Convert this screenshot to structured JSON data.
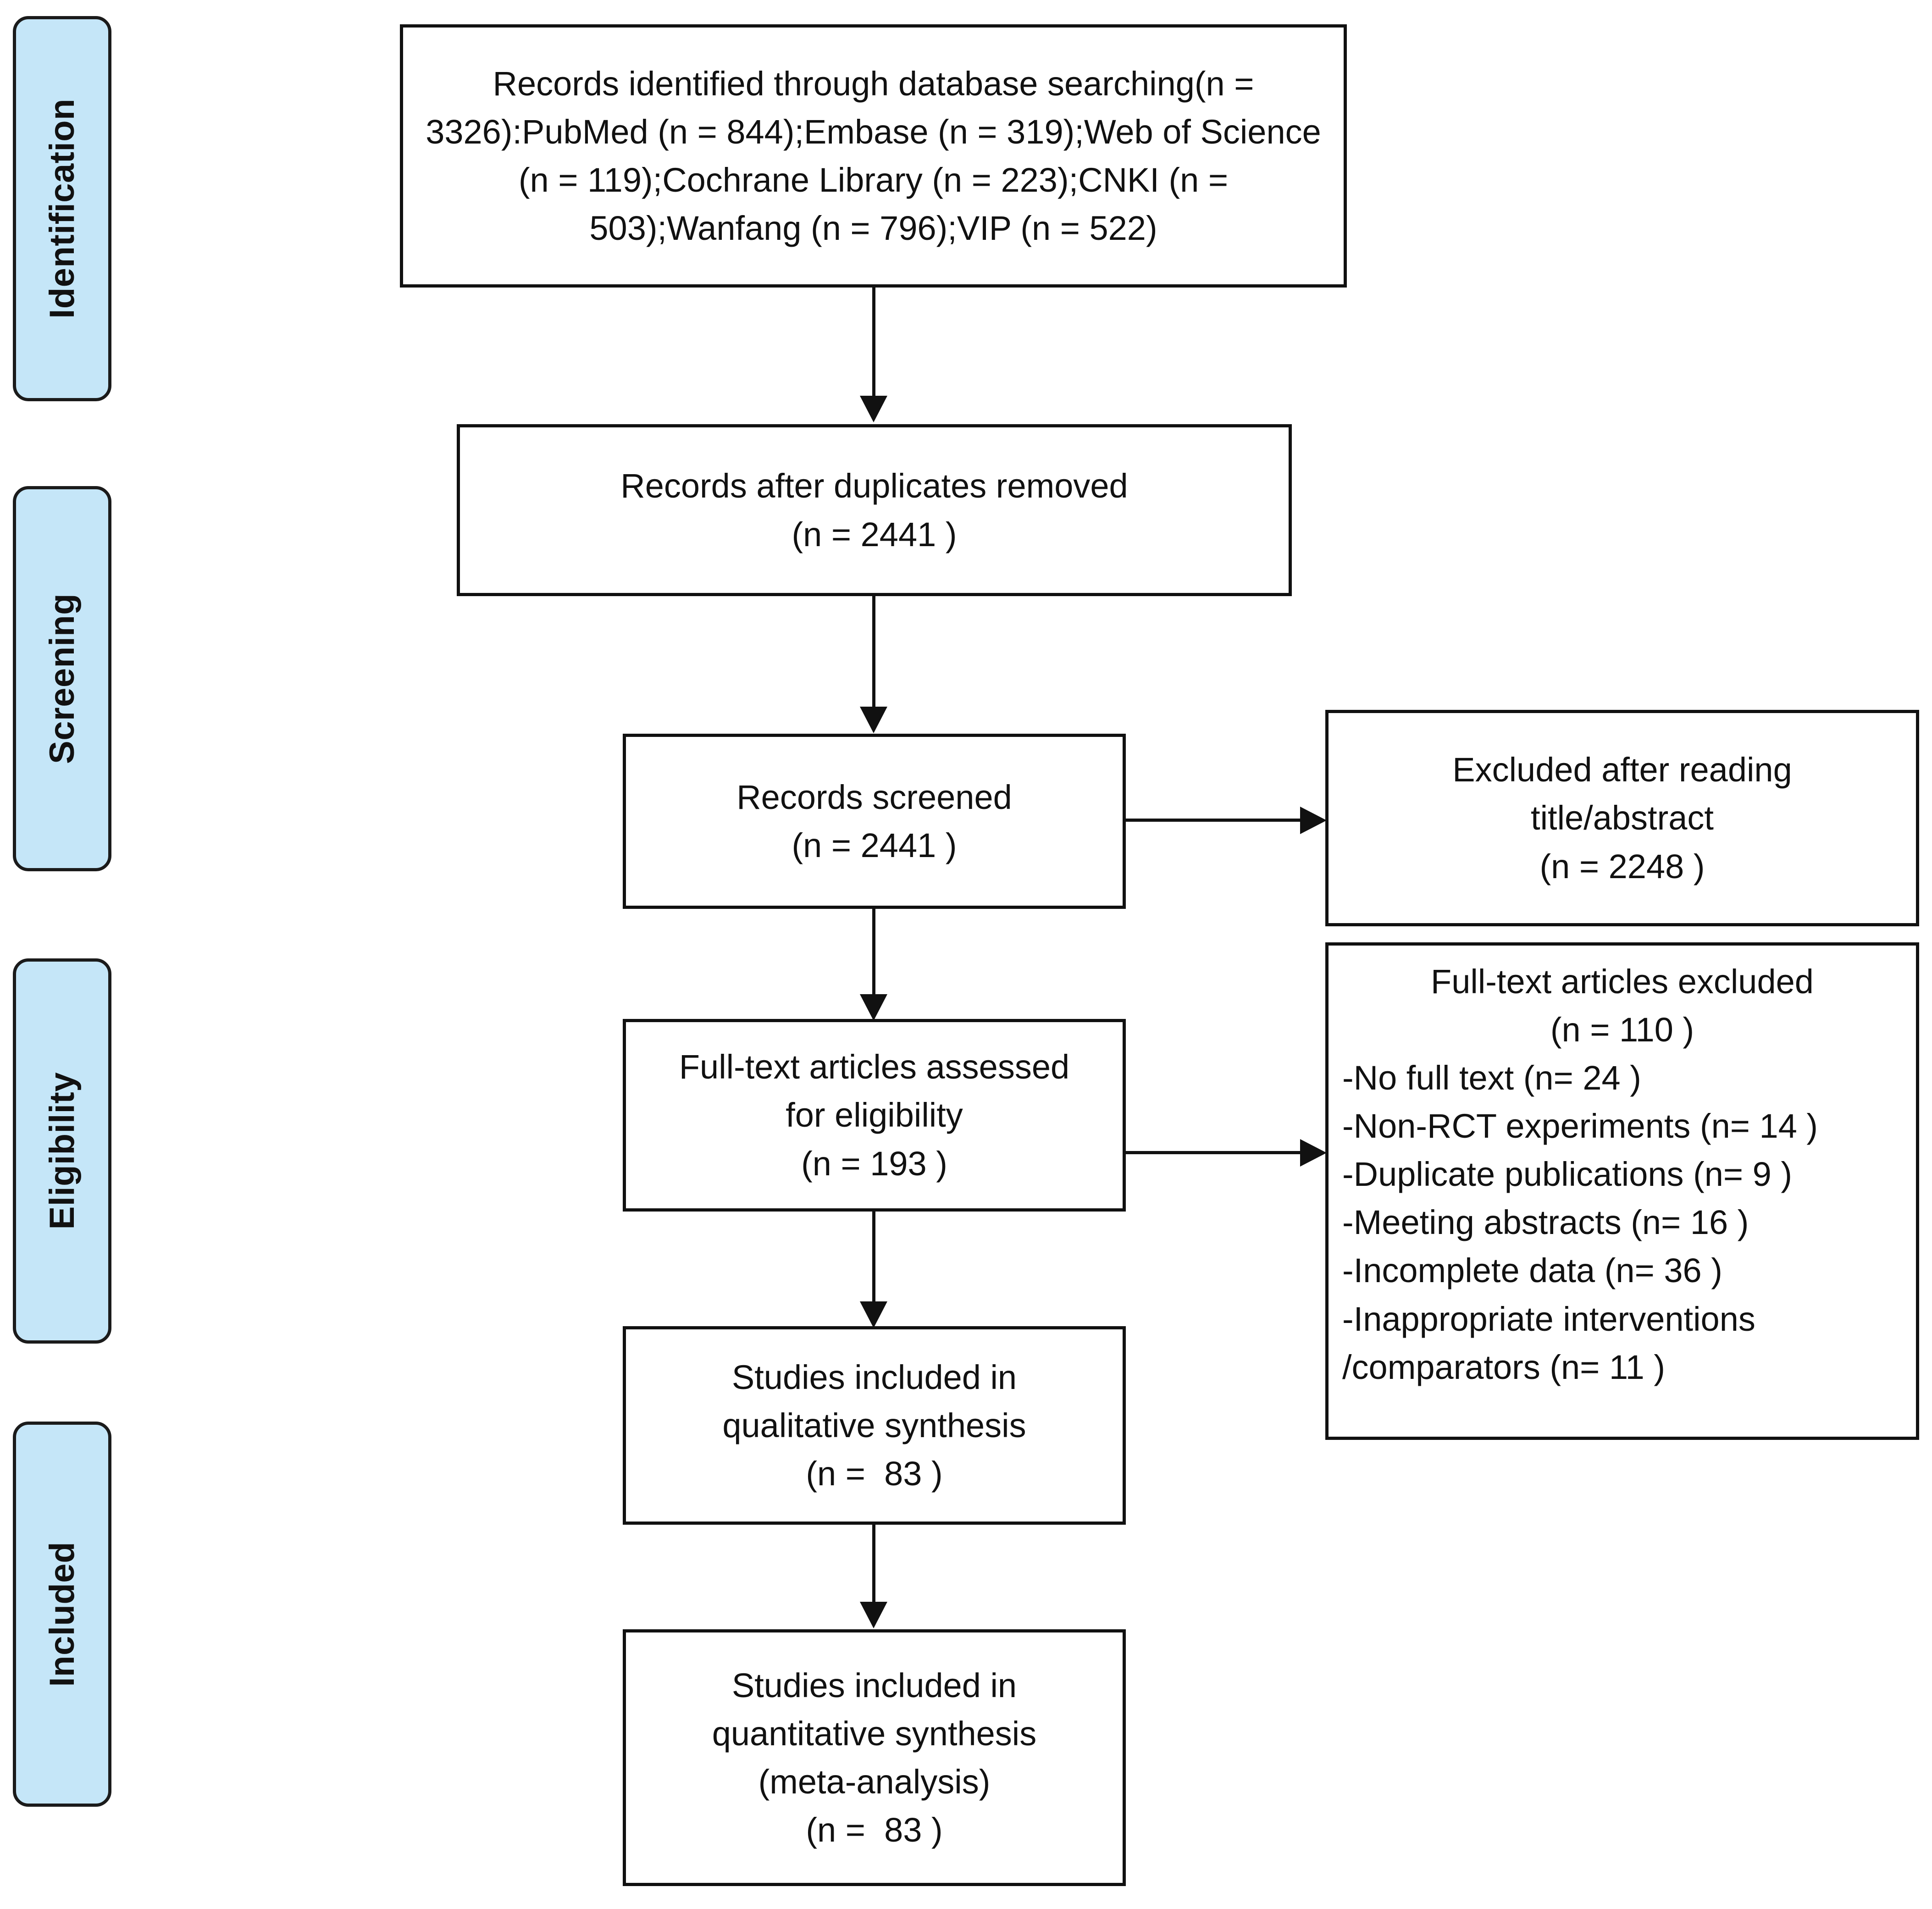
{
  "stages": [
    {
      "label": "Identification"
    },
    {
      "label": "Screening"
    },
    {
      "label": "Eligibility"
    },
    {
      "label": "Included"
    }
  ],
  "boxes": {
    "identified": {
      "text": "Records identified through database searching(n = 3326):PubMed (n = 844);Embase (n = 319);Web of Science (n = 119);Cochrane Library (n = 223);CNKI (n = 503);Wanfang (n = 796);VIP (n = 522)"
    },
    "duplicates_removed": {
      "line1": "Records after duplicates removed",
      "line2": "(n = 2441 )"
    },
    "screened": {
      "line1": "Records screened",
      "line2": "(n = 2441 )"
    },
    "excluded_title_abstract": {
      "line1": "Excluded after reading",
      "line2": "title/abstract",
      "line3": "(n = 2248 )"
    },
    "full_text_assessed": {
      "line1": "Full-text articles assessed",
      "line2": "for eligibility",
      "line3": "(n = 193 )"
    },
    "full_text_excluded": {
      "title": "Full-text articles excluded",
      "total": "(n = 110 )",
      "reasons": [
        "-No full text (n= 24 )",
        "-Non-RCT experiments (n= 14 )",
        "-Duplicate publications (n= 9 )",
        "-Meeting abstracts (n= 16 )",
        "-Incomplete data (n= 36 )",
        "-Inappropriate interventions",
        "/comparators (n= 11 )"
      ]
    },
    "qualitative": {
      "line1": "Studies included in",
      "line2": "qualitative synthesis",
      "line3": "(n =  83 )"
    },
    "quantitative": {
      "line1": "Studies included in",
      "line2": "quantitative synthesis",
      "line3": "(meta-analysis)",
      "line4": "(n =  83 )"
    }
  },
  "colors": {
    "stage_fill": "#c5e6f8",
    "stroke": "#111111",
    "box_fill": "#ffffff"
  }
}
